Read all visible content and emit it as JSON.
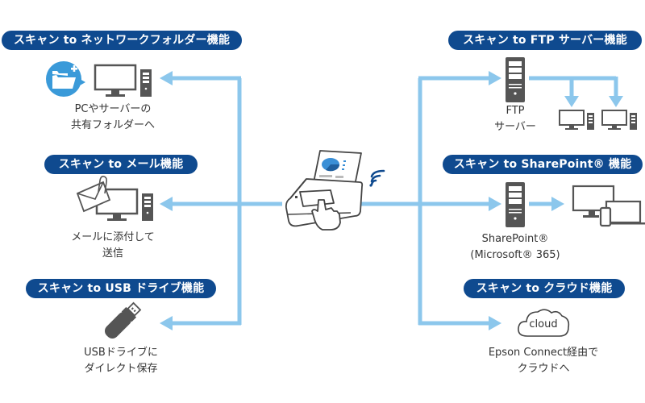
{
  "colors": {
    "pill_bg": "#0f4a8f",
    "line": "#8cc7ec",
    "icon_dark": "#555555",
    "icon_accent": "#3a9ad9",
    "wifi": "#0f4a8f"
  },
  "center": {
    "device": "scanner-with-touch-panel",
    "wireless": "wifi-icon"
  },
  "left_functions": [
    {
      "title": "スキャン to ネットワークフォルダー機能",
      "icon": "folder-plus-icon + desktop-pc-icon",
      "caption_line1": "PCやサーバーの",
      "caption_line2": "共有フォルダーへ"
    },
    {
      "title": "スキャン to メール機能",
      "icon": "envelope-clip-icon + desktop-pc-icon",
      "caption_line1": "メールに添付して",
      "caption_line2": "送信"
    },
    {
      "title": "スキャン to USB ドライブ機能",
      "icon": "usb-drive-icon",
      "caption_line1": "USBドライブに",
      "caption_line2": "ダイレクト保存"
    }
  ],
  "right_functions": [
    {
      "title": "スキャン to FTP サーバー機能",
      "icon": "server-icon → 2 desktop-pc-icon",
      "caption_line1": "FTP",
      "caption_line2": "サーバー"
    },
    {
      "title": "スキャン to SharePoint® 機能",
      "icon": "server-icon → monitor/laptop/phone",
      "caption_line1": "SharePoint®",
      "caption_line2": "(Microsoft® 365)"
    },
    {
      "title": "スキャン to クラウド機能",
      "icon": "cloud-icon",
      "cloud_label": "cloud",
      "caption_line1": "Epson Connect経由で",
      "caption_line2": "クラウドへ"
    }
  ]
}
